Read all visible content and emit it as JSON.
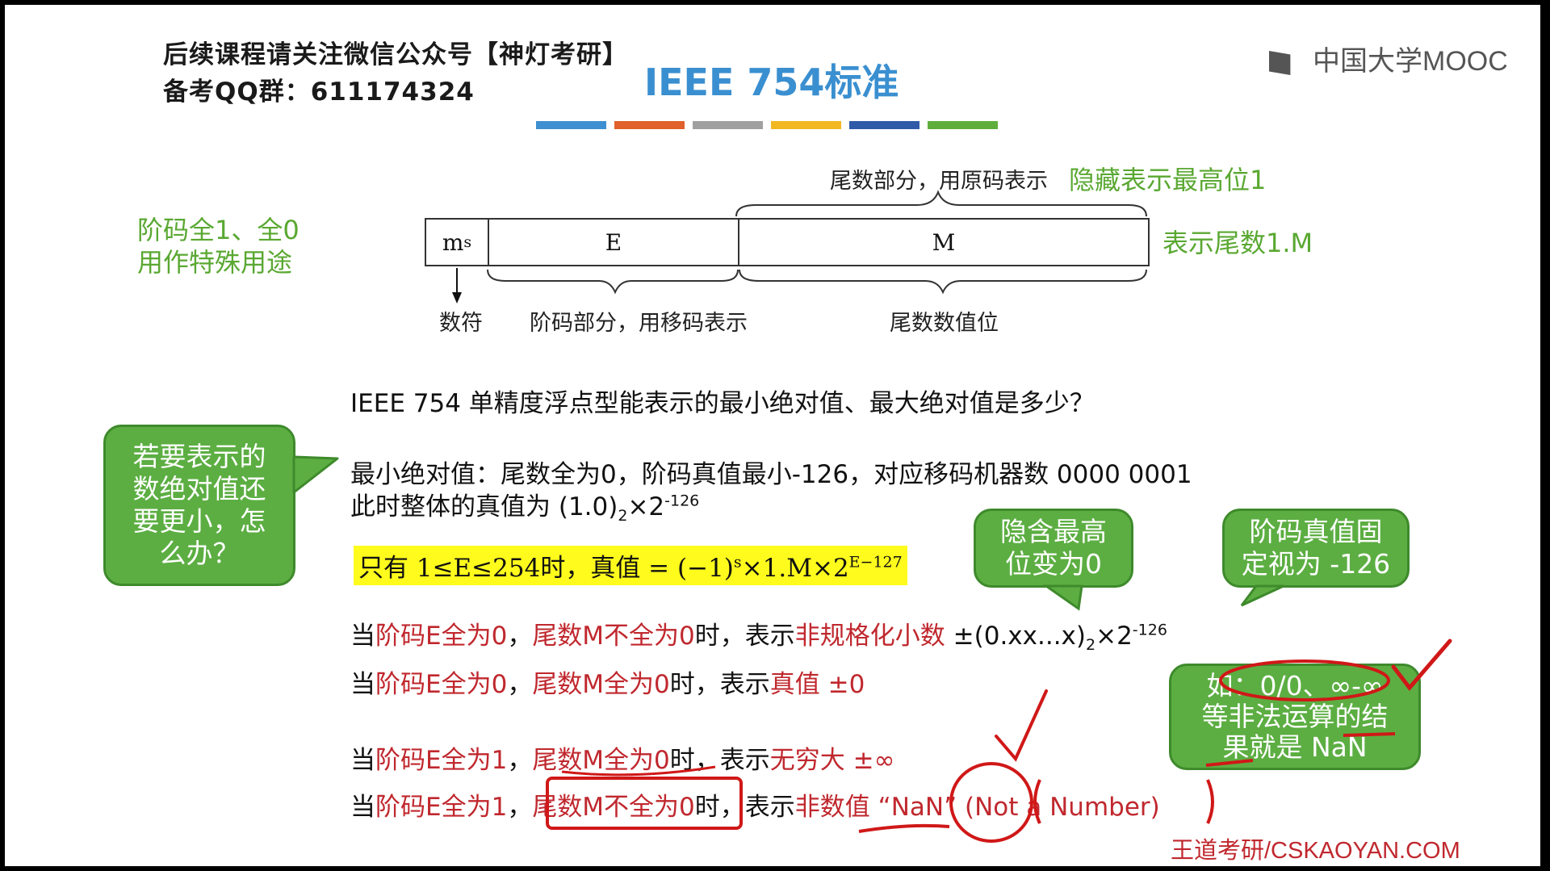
{
  "header": {
    "notice_line1": "后续课程请关注微信公众号【神灯考研】",
    "notice_line2": "备考QQ群：611174324",
    "title": "IEEE 754标准",
    "brand": "中国大学MOOC",
    "color_bars": [
      "#3d8fd1",
      "#e0612b",
      "#a0a0a0",
      "#f2b822",
      "#2f5aa8",
      "#5fae3c"
    ]
  },
  "diagram": {
    "top_label": "尾数部分，用原码表示",
    "hidden_bit_note": "隐藏表示最高位1",
    "left_note_line1": "阶码全1、全0",
    "left_note_line2": "用作特殊用途",
    "right_note": "表示尾数1.M",
    "cell_ms": "m",
    "cell_ms_sub": "s",
    "cell_e": "E",
    "cell_m": "M",
    "label_sign": "数符",
    "label_exponent": "阶码部分，用移码表示",
    "label_mantissa": "尾数数值位"
  },
  "content": {
    "question": "IEEE 754 单精度浮点型能表示的最小绝对值、最大绝对值是多少？",
    "min_abs_line1": "最小绝对值：尾数全为0，阶码真值最小-126，对应移码机器数 0000 0001",
    "min_abs_line2_prefix": "此时整体的真值为 (1.0)",
    "min_abs_line2_sub": "2",
    "min_abs_line2_mid": "×2",
    "min_abs_line2_sup": "-126",
    "formula_prefix": "只有  1≤E≤254时，真值 = (−1)",
    "formula_sup_s": "s",
    "formula_mid": "×1.M×2",
    "formula_sup_exp": "E−127",
    "case1_a": "当",
    "case1_b": "阶码E全为0",
    "case1_c": "，",
    "case1_d": "尾数M不全为0",
    "case1_e": "时，表示",
    "case1_f": "非规格化小数",
    "case1_g": " ±(0.xx...x)",
    "case1_sub": "2",
    "case1_h": "×2",
    "case1_sup": "-126",
    "case2_a": "当",
    "case2_b": "阶码E全为0",
    "case2_c": "，",
    "case2_d": "尾数M全为0",
    "case2_e": "时，表示",
    "case2_f": "真值 ±0",
    "case3_a": "当",
    "case3_b": "阶码E全为1",
    "case3_c": "，",
    "case3_d": "尾数M全为0",
    "case3_e": "时，表示",
    "case3_f": "无穷大 ±∞",
    "case4_a": "当",
    "case4_b": "阶码E全为1",
    "case4_c": "，",
    "case4_d": "尾数M不全为0",
    "case4_e": "时，表示",
    "case4_f": "非数值 “NaN” (Not a Number)"
  },
  "bubbles": {
    "left": "若要表示的数绝对值还要更小，怎么办？",
    "hidden_bit": "隐含最高位变为0",
    "exponent_fixed": "阶码真值固定视为 -126",
    "nan_example_line1": "如：0/0、∞-∞",
    "nan_example_line2": "等非法运算的结",
    "nan_example_line3": "果就是 NaN"
  },
  "footer": {
    "watermark": "王道考研/CSKAOYAN.COM"
  }
}
